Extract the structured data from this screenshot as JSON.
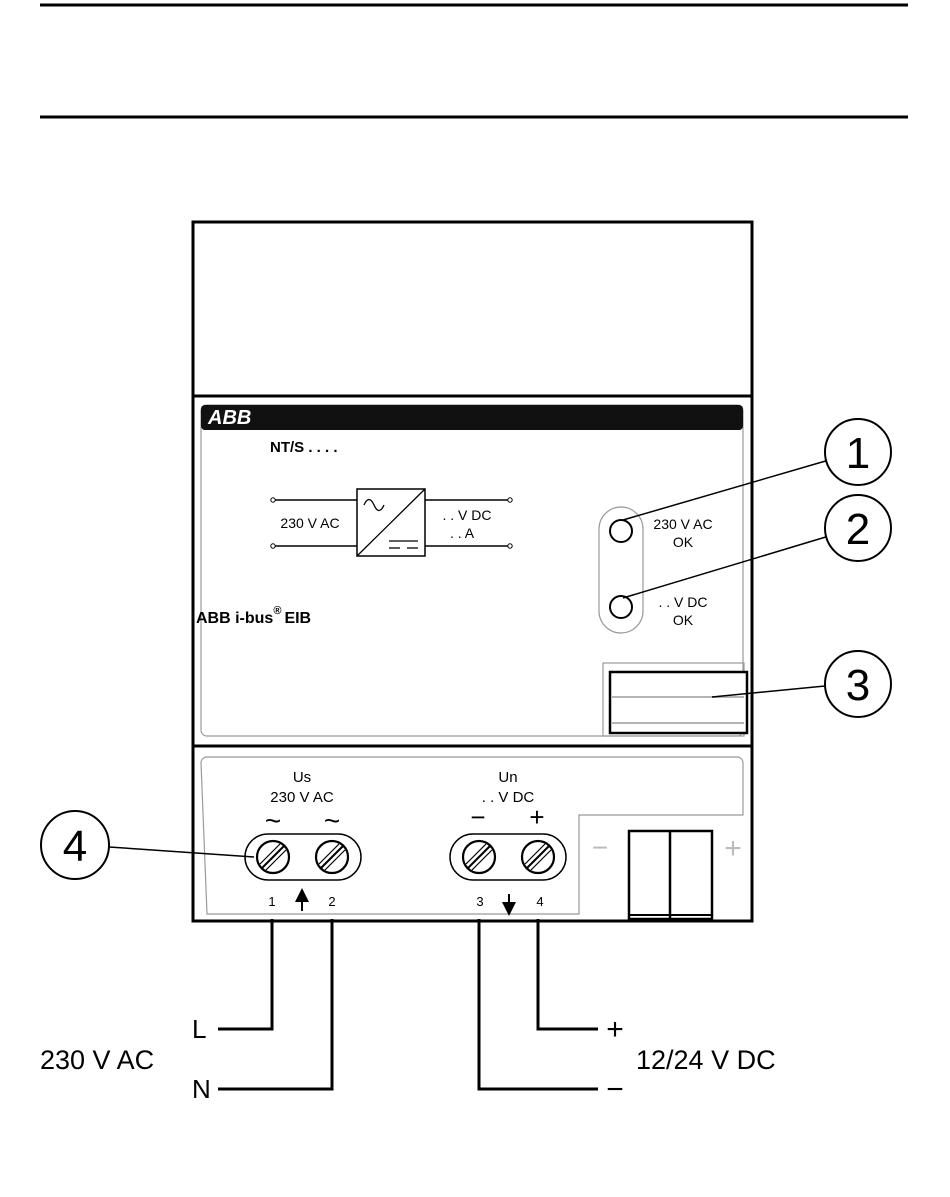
{
  "device": {
    "brand": "ABB",
    "model": "NT/S . . . .",
    "product_line": "ABB i-bus",
    "product_line_suffix": "EIB",
    "registered_mark": "®"
  },
  "symbol": {
    "input_label": "230 V AC",
    "output_voltage": ". . V DC",
    "output_current": ". . A"
  },
  "indicators": [
    {
      "number": "1",
      "line1": "230 V AC",
      "line2": "OK"
    },
    {
      "number": "2",
      "line1": ". . V DC",
      "line2": "OK"
    }
  ],
  "label_field": {
    "number": "3"
  },
  "terminals": {
    "callout_number": "4",
    "supply_group": {
      "name": "Us",
      "voltage": "230 V AC",
      "sign_left": "~",
      "sign_right": "~"
    },
    "output_group": {
      "name": "Un",
      "voltage": ". . V DC",
      "sign_left": "−",
      "sign_right": "+"
    },
    "numbers": [
      "1",
      "2",
      "3",
      "4"
    ],
    "bus_connector": {
      "minus": "−",
      "plus": "+"
    }
  },
  "wiring": {
    "line_L": "L",
    "line_N": "N",
    "ac_supply": "230 V AC",
    "dc_plus": "+",
    "dc_minus": "−",
    "dc_supply": "12/24 V DC"
  }
}
